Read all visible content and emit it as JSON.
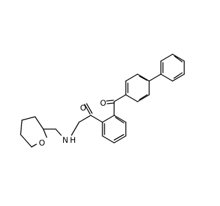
{
  "atoms": {
    "oxygen_ketone": "O",
    "oxygen_amide": "O",
    "nitrogen_amide": "N",
    "hydrogen_amide": "H",
    "oxygen_ring": "O"
  },
  "colors": {
    "bond": "#000000",
    "label": "#000000",
    "background": "#ffffff"
  }
}
